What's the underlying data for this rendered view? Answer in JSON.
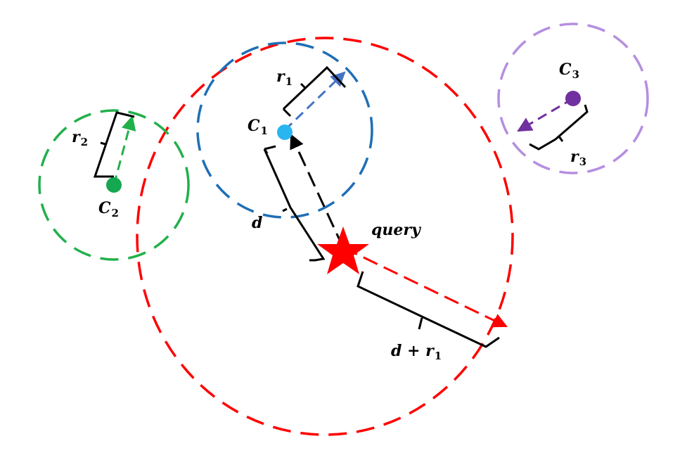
{
  "diagram": {
    "labels": {
      "c1": {
        "base": "C",
        "sub": "1"
      },
      "c2": {
        "base": "C",
        "sub": "2"
      },
      "c3": {
        "base": "C",
        "sub": "3"
      },
      "r1": {
        "base": "r",
        "sub": "1"
      },
      "r2": {
        "base": "r",
        "sub": "2"
      },
      "r3": {
        "base": "r",
        "sub": "3"
      },
      "d": {
        "base": "d",
        "sub": ""
      },
      "d_plus_r1": {
        "base": "d + r",
        "sub": "1"
      },
      "query": {
        "base": "query",
        "sub": ""
      }
    },
    "colors": {
      "search_circle": "#ff0000",
      "cluster1_circle": "#1f6fb5",
      "cluster2_circle": "#22b04b",
      "cluster3_circle": "#b58ee0",
      "cluster1_center": "#29b6f0",
      "cluster2_center": "#14a850",
      "cluster3_center": "#7030a0",
      "cluster1_arrow": "#4472c4",
      "query_star": "#ff0000",
      "brace": "#000000"
    },
    "icons": {
      "query": "star-icon",
      "center": "dot-icon",
      "radius": "arrow-icon"
    }
  }
}
